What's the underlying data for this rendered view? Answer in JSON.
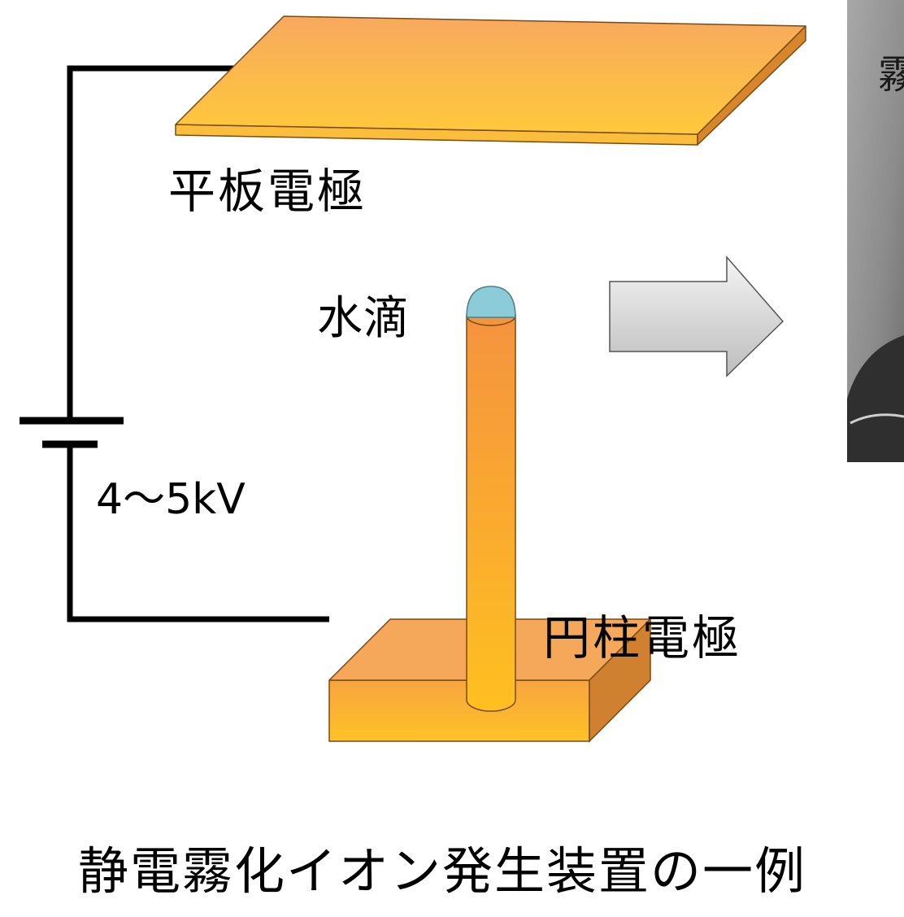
{
  "labels": {
    "plate_electrode": "平板電極",
    "water_droplet": "水滴",
    "voltage": "4〜5kV",
    "cylinder_electrode": "円柱電極",
    "caption": "静電霧化イオン発生装置の一例",
    "photo_partial_text": "霧"
  },
  "colors": {
    "electrode_top": "#f7a95e",
    "electrode_bottom": "#ffc226",
    "electrode_side": "#d8862c",
    "droplet": "#8ccbd8",
    "arrow_fill": "#d9d9d9",
    "wire": "#000000",
    "photo_bg": "#8a8a8a"
  },
  "icons": {
    "arrow": "right-arrow-icon",
    "battery": "battery-icon"
  }
}
